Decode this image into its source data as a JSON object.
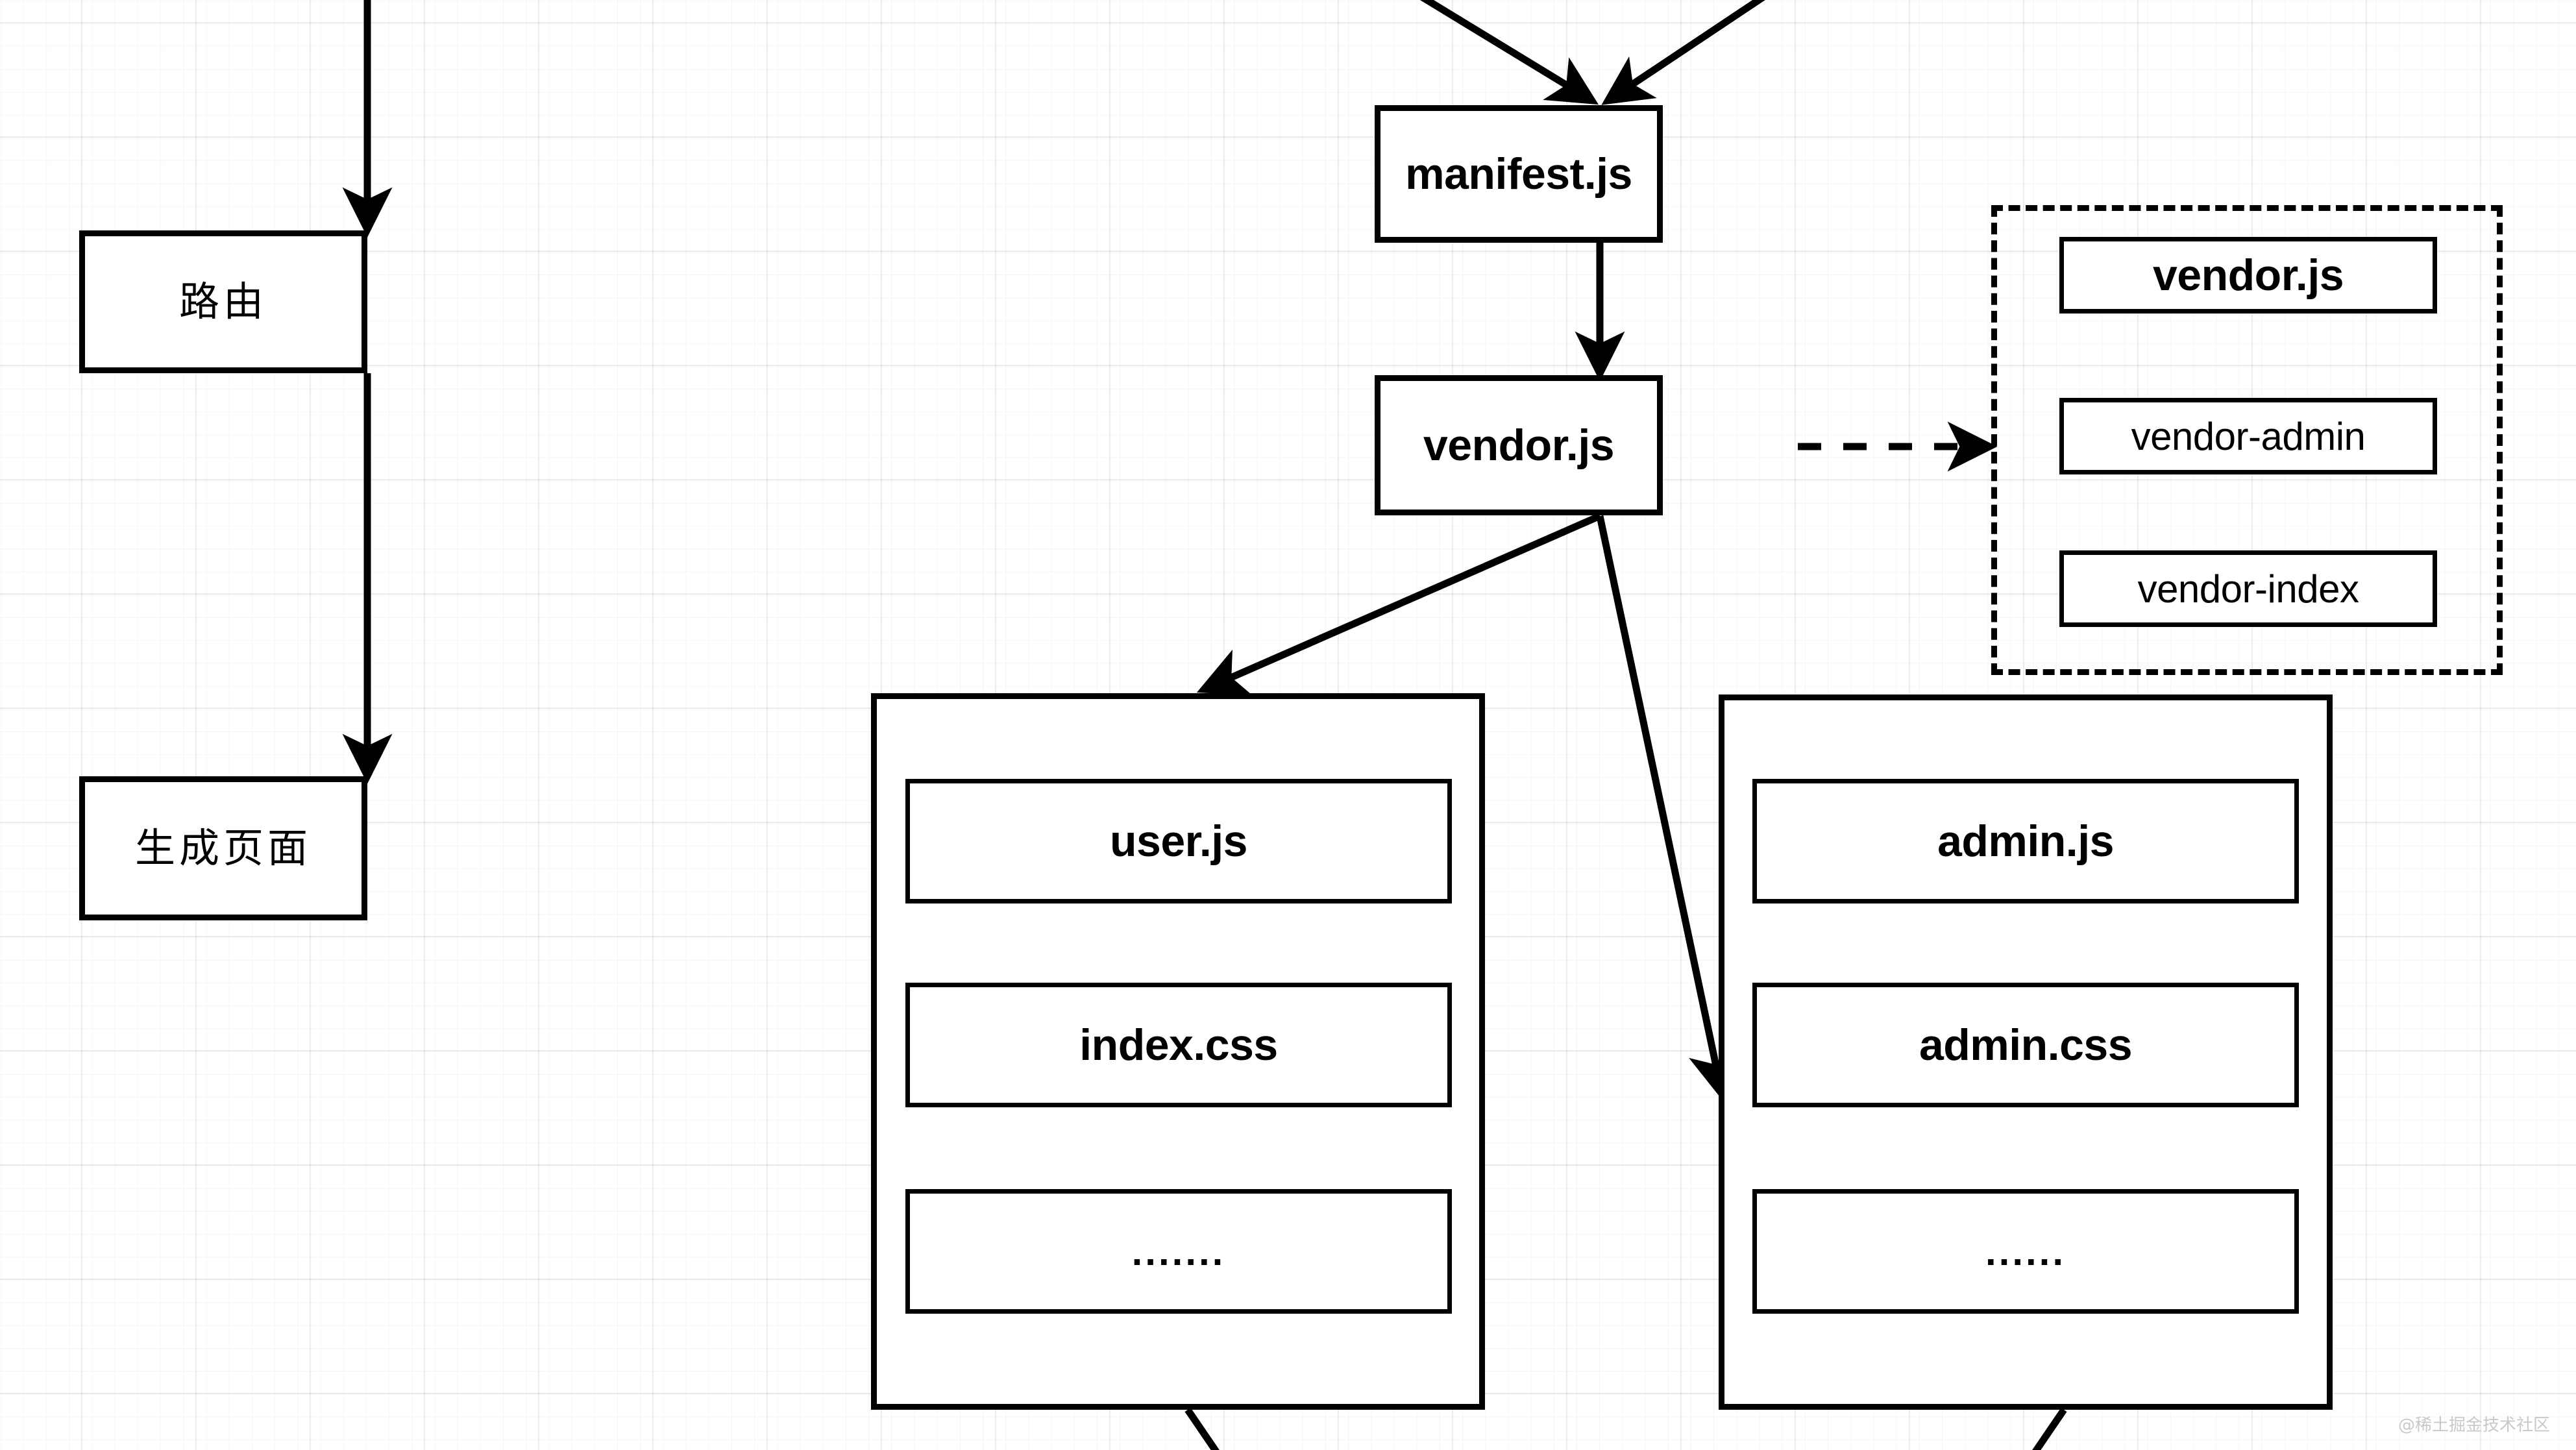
{
  "diagram": {
    "type": "flow-diagram",
    "background": "grid-paper",
    "line_color": "#000000",
    "box_fill": "#ffffff"
  },
  "nodes": {
    "route": {
      "label": "路由"
    },
    "generate_page": {
      "label": "生成页面"
    },
    "manifest": {
      "label": "manifest.js"
    },
    "vendor": {
      "label": "vendor.js"
    }
  },
  "vendor_group": {
    "items": [
      {
        "label": "vendor.js",
        "emphasis": "bold"
      },
      {
        "label": "vendor-admin",
        "emphasis": "regular"
      },
      {
        "label": "vendor-index",
        "emphasis": "regular"
      }
    ]
  },
  "user_group": {
    "items": [
      {
        "label": "user.js"
      },
      {
        "label": "index.css"
      },
      {
        "label": "......."
      }
    ]
  },
  "admin_group": {
    "items": [
      {
        "label": "admin.js"
      },
      {
        "label": "admin.css"
      },
      {
        "label": "......"
      }
    ]
  },
  "watermark": {
    "text": "@稀土掘金技术社区"
  }
}
